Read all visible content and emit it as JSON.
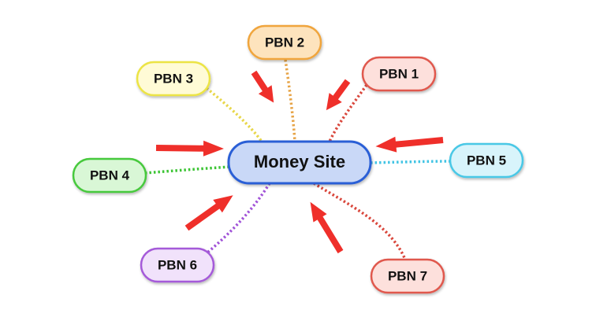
{
  "center": {
    "label": "Money Site",
    "fill": "#c9d8f7",
    "stroke": "#2a5ed6"
  },
  "nodes": [
    {
      "id": "pbn-1",
      "label": "PBN 1",
      "fill": "#fde0dc",
      "stroke": "#e0584e",
      "link_color": "#d9473c"
    },
    {
      "id": "pbn-2",
      "label": "PBN 2",
      "fill": "#fde3bd",
      "stroke": "#f0a53c",
      "link_color": "#e7a447"
    },
    {
      "id": "pbn-3",
      "label": "PBN 3",
      "fill": "#fffbd6",
      "stroke": "#ece444",
      "link_color": "#e8d74a"
    },
    {
      "id": "pbn-4",
      "label": "PBN 4",
      "fill": "#d9f7d6",
      "stroke": "#46c93c",
      "link_color": "#3cc434"
    },
    {
      "id": "pbn-5",
      "label": "PBN 5",
      "fill": "#d8f4fb",
      "stroke": "#49c8e6",
      "link_color": "#42c4e4"
    },
    {
      "id": "pbn-6",
      "label": "PBN 6",
      "fill": "#f1e2fb",
      "stroke": "#a55ad9",
      "link_color": "#a153d8"
    },
    {
      "id": "pbn-7",
      "label": "PBN 7",
      "fill": "#fde0dc",
      "stroke": "#e0584e",
      "link_color": "#d9473c"
    }
  ],
  "arrow_color": "#ef2f2a"
}
